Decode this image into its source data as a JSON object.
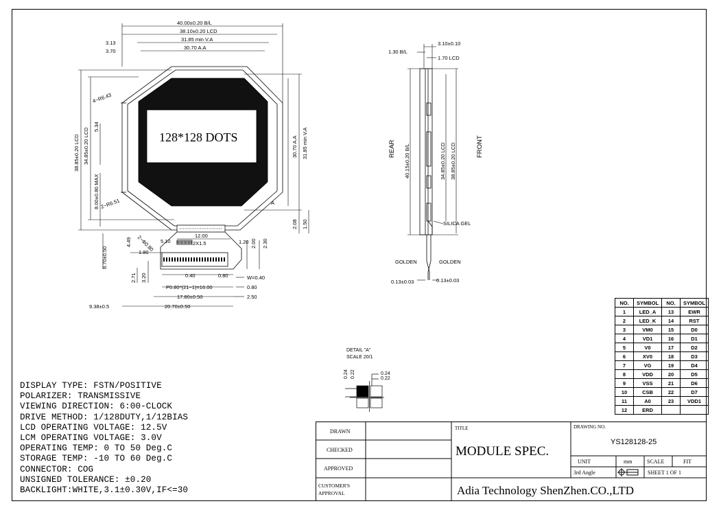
{
  "center_label": "128*128 DOTS",
  "front_dims": {
    "bl_width": "40.00±0.20 B/L",
    "lcd_width": "38.10±0.20 LCD",
    "va_width": "31.85 min V.A",
    "aa_width": "30.70 A.A",
    "left_313": "3.13",
    "left_370": "3.70",
    "r643": "4−R6.43",
    "d534": "5.34",
    "lcd_height": "38.85±0.20 LCD",
    "lcd_height2": "34.85±0.20 LCD",
    "max800": "8.00±0.80 MAX",
    "r651": "2−R6.51",
    "aa_height": "30.70 A.A",
    "va_height": "31.85 min V.A",
    "d208": "2.08",
    "d150": "1.50",
    "d1200": "12.00",
    "d120": "1.20",
    "d200": "2.00",
    "d230": "2.30",
    "d510": "5.10",
    "d449": "4.49",
    "d2phi": "2−Φ0.80",
    "d21x15": "2X1.5",
    "d180": "1.80",
    "d870": "8.70±0.50",
    "d271": "2.71",
    "d320": "3.20",
    "d040": "0.40",
    "d080": "0.80",
    "w040": "W=0.40",
    "d080b": "0.80",
    "pitch": "P0.80*(21−1)=16.00",
    "d1780": "17.80±0.50",
    "d250": "2.50",
    "d938": "9.38±0.5",
    "d2070": "20.70±0.50",
    "a_mark": "A"
  },
  "side_dims": {
    "d310": "3.10±0.10",
    "d130": "1.30 B/L",
    "d170": "1.70 LCD",
    "rear": "REAR",
    "front": "FRONT",
    "h4015": "40.15±0.20 B/L",
    "h3485": "34.85±0.20 LCD",
    "h3885": "38.85±0.20 LCD",
    "silica": "SILICA GEL",
    "golden1": "GOLDEN",
    "golden2": "GOLDEN",
    "t013a": "0.13±0.03",
    "t013b": "0.13±0.03"
  },
  "detail": {
    "title": "DETAIL \"A\"",
    "scale": "SCALE 20/1",
    "d024a": "0.24",
    "d022a": "0.22",
    "d024b": "0.24",
    "d022b": "0.22"
  },
  "specs": [
    "DISPLAY TYPE: FSTN/POSITIVE",
    "POLARIZER: TRANSMISSIVE",
    "VIEWING DIRECTION: 6:00-CLOCK",
    "DRIVE METHOD: 1/128DUTY,1/12BIAS",
    "LCD OPERATING VOLTAGE: 12.5V",
    "LCM OPERATING VOLTAGE: 3.0V",
    "OPERATING TEMP: 0 TO 50 Deg.C",
    "STORAGE TEMP: -10 TO 60 Deg.C",
    "CONNECTOR: COG",
    "UNSIGNED TOLERANCE: ±0.20",
    "BACKLIGHT:WHITE,3.1±0.30V,IF<=30"
  ],
  "pin_table": {
    "headers": [
      "NO.",
      "SYMBOL",
      "NO.",
      "SYMBOL"
    ],
    "rows": [
      [
        "1",
        "LED_A",
        "13",
        "EWR"
      ],
      [
        "2",
        "LED_K",
        "14",
        "RST"
      ],
      [
        "3",
        "VM0",
        "15",
        "D0"
      ],
      [
        "4",
        "VD1",
        "16",
        "D1"
      ],
      [
        "5",
        "V0",
        "17",
        "D2"
      ],
      [
        "6",
        "XV0",
        "18",
        "D3"
      ],
      [
        "7",
        "VG",
        "19",
        "D4"
      ],
      [
        "8",
        "VDD",
        "20",
        "D5"
      ],
      [
        "9",
        "VSS",
        "21",
        "D6"
      ],
      [
        "10",
        "CSB",
        "22",
        "D7"
      ],
      [
        "11",
        "A0",
        "23",
        "VDD1"
      ],
      [
        "12",
        "ERD",
        "",
        ""
      ]
    ]
  },
  "title_block": {
    "drawn": "DRAWN",
    "checked": "CHECKED",
    "approved": "APPROVED",
    "customers": "CUSTOMER'S",
    "approval": "APPROVAL",
    "title_label": "TITLE",
    "title": "MODULE SPEC.",
    "drawing_no_label": "DRAWING NO.",
    "drawing_no": "YS128128-25",
    "unit": "UNIT",
    "unit_val": "mm",
    "scale": "SCALE",
    "scale_val": "FIT",
    "angle": "3rd Angle",
    "sheet": "SHEET 1 OF 1",
    "company": "Adia Technology ShenZhen.CO.,LTD"
  }
}
